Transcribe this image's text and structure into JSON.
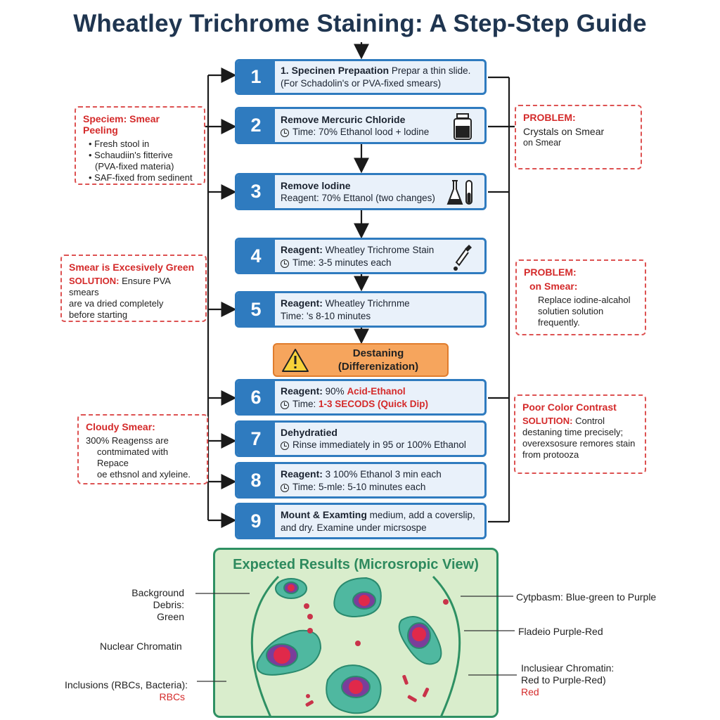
{
  "title": "Wheatley Trichrome Staining: A Step-Step Guide",
  "steps": [
    {
      "num": "1",
      "line1": "1. Specinen Prepaation",
      "line1b": " Prepar a thin slide.",
      "line2": "(For Schadolin's or PVA-fixed smears)"
    },
    {
      "num": "2",
      "line1": "Remove Mercuric Chloride",
      "line2": "Time: 70% Ethanol lood + lodine",
      "icon": "reagent-bottle-icon"
    },
    {
      "num": "3",
      "line1": "Remove lodine",
      "line2": "Reagent: 70% Ettanol (two changes)",
      "icon": "flask-test-tube-icon"
    },
    {
      "num": "4",
      "line1a": "Reagent:",
      "line1": " Wheatley Trichrome Stain",
      "line2": "Time: 3-5 minutes each",
      "icon": "dropper-icon"
    },
    {
      "num": "5",
      "line1a": "Reagent:",
      "line1": " Wheatley Trichrnme",
      "line2": "Time: 's 8-10 minutes"
    },
    {
      "num": "6",
      "line1a": "Reagent:",
      "line1": " 90% ",
      "line1red": "Acid-Ethanol",
      "line2pre": "Time: ",
      "line2": "1-3 SECODS (Quick Dip)"
    },
    {
      "num": "7",
      "line1": "Dehydratied",
      "line2": "Rinse immediately in 95 or 100% Ethanol"
    },
    {
      "num": "8",
      "line1a": "Reagent:",
      "line1": " 3 100% Ethanol 3 min each",
      "line2": "Time: 5-mle: 5-10 minutes each"
    },
    {
      "num": "9",
      "line1": "Mount & Examting",
      "line1b": " medium, add a coverslip,",
      "line2": "and dry. Examine under micrsospe"
    }
  ],
  "destaining": {
    "line1": "Destaning",
    "line2": "(Differenization)"
  },
  "callouts": {
    "left1": {
      "title": "Speciem: Smear Peeling",
      "items": [
        "Fresh stool in",
        "Schaudiin's fitterive",
        "(PVA-fixed materia)",
        "SAF-fixed from sedinent"
      ]
    },
    "left2": {
      "title": "Smear is Excesively Green",
      "sol_label": "SOLUTION:",
      "sol_text": " Ensure PVA smears",
      "lines": [
        "arе va  dried completely",
        "before starting"
      ]
    },
    "left3": {
      "title": "Cloudy Smear:",
      "lines": [
        "300% Reagenss are",
        "contmimated with Repace",
        "oe ethsnol and xyleine."
      ]
    },
    "right1": {
      "title": "PROBLEM:",
      "line1": "Crystals on Smear",
      "line2": "on Smear"
    },
    "right2": {
      "title": "PROBLEM:",
      "subtitle": "on Smear:",
      "lines": [
        "Replace iodine-alcahol",
        "solutien solution",
        "frequently."
      ]
    },
    "right3": {
      "title": "Poor Color Contrast",
      "sol_label": "SOLUTION:",
      "sol_text": " Control",
      "lines": [
        "destaning time precisely;",
        "overexsosure remores stain",
        "from protooza"
      ]
    }
  },
  "results": {
    "title": "Expected Results (Microsropic View)",
    "labels": {
      "bg1": "Background Debris:",
      "bg2": "Green",
      "nuc": "Nuclear Chromatin",
      "inc1": "Inclusions (RBCs, Bacteria):",
      "inc2": "RBCs",
      "cyto": "Cytpbasm: Blue-green to Purple",
      "flag": "Fladeio Purple-Red",
      "incn1": "Inclusiear Chromatin:",
      "incn2": "Red to Purple-Red)",
      "incn3": "Red"
    }
  },
  "colors": {
    "step_blue": "#2f7bbf",
    "problem_red": "#d42a2a",
    "results_green": "#2e9063",
    "warning_orange": "#f6a55d"
  }
}
